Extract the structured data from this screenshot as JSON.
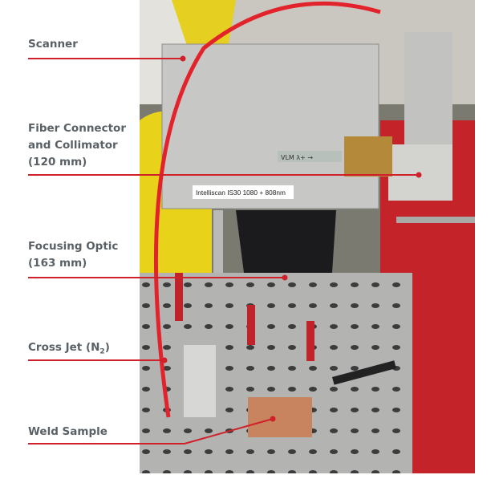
{
  "labels": {
    "scanner": "Scanner",
    "fiber_line1": "Fiber Connector",
    "fiber_line2": "and Collimator",
    "fiber_line3": "(120 mm)",
    "focusing_line1": "Focusing Optic",
    "focusing_line2": "(163 mm)",
    "cross_jet": "Cross Jet (N",
    "cross_jet_sub": "2",
    "cross_jet_end": ")",
    "weld_sample": "Weld Sample"
  },
  "photo_text": {
    "device_label": "Intelliscan IS30  1080 + 808nm",
    "handwritten_tag": "VLM λ+ →"
  },
  "colors": {
    "accent": "#d0202a",
    "label_text": "#5a6166"
  }
}
